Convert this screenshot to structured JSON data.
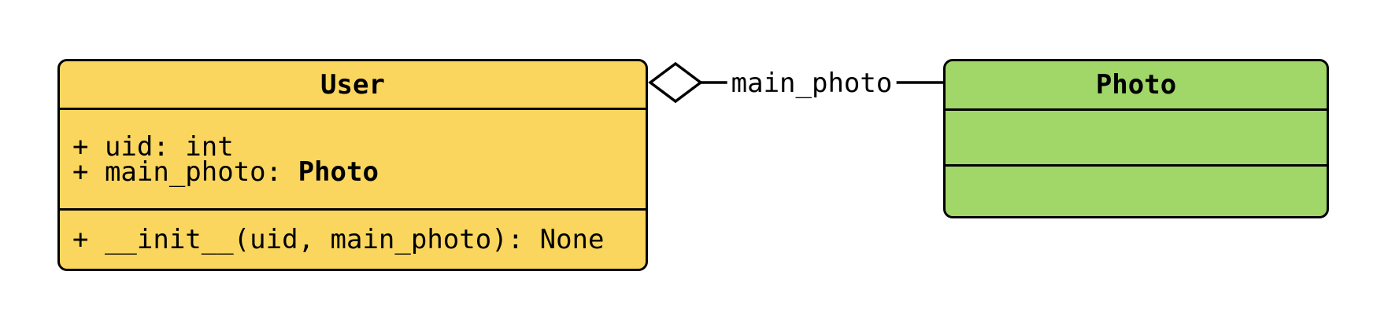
{
  "diagram": {
    "type": "uml-class-diagram",
    "background_color": "#FFFFFF",
    "stroke_color": "#000000",
    "user_class": {
      "title": "User",
      "fill": "#FAD65F",
      "attribute_1": "+ uid: int",
      "attribute_2_prefix": "+ main_photo: ",
      "attribute_2_type": "Photo",
      "method_1": "+ __init__(uid, main_photo): None"
    },
    "photo_class": {
      "title": "Photo",
      "fill": "#A0D768",
      "attributes": "",
      "methods": ""
    },
    "relationship": {
      "kind": "aggregation",
      "marker": "open-diamond",
      "label": "main_photo",
      "from": "User",
      "to": "Photo"
    }
  }
}
